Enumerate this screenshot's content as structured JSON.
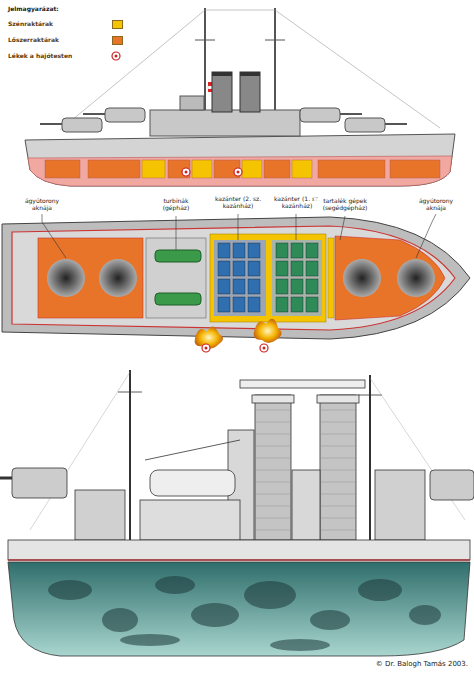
{
  "diagram": {
    "labels": [
      "Jelmagyarázat:",
      "ágyútorony aknája",
      "turbinák (gépház)",
      "kazánter (2. sz. kazánház)",
      "kazánter (1. sz. kazánház)",
      "tartalék gépek (segédgépház)",
      "ágyútorony aknája",
      "© Dr. Balogh Tamás 2003."
    ],
    "legend": [
      {
        "text": "Szénraktárak",
        "color": "#f5c400"
      },
      {
        "text": "Lőszerraktárak",
        "color": "#e8742a"
      },
      {
        "text": "Lékek a hajótesten"
      }
    ]
  }
}
